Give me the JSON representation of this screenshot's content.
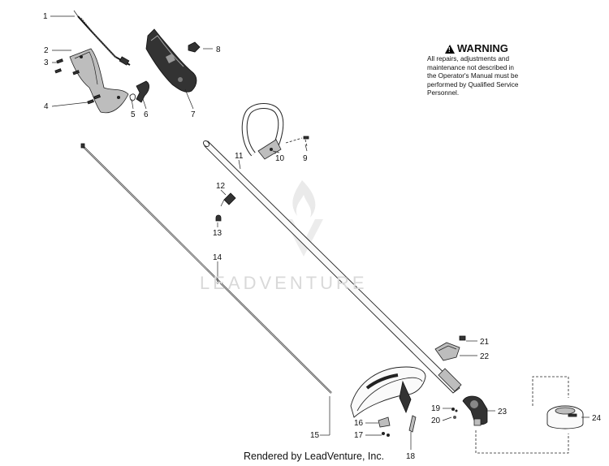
{
  "warning": {
    "title": "WARNING",
    "lines": [
      "All repairs, adjustments and",
      "maintenance not described in",
      "the Operator's Manual must be",
      "performed by Qualified Service",
      "Personnel."
    ]
  },
  "watermark": "LEADVENTURE",
  "footer": "Rendered by LeadVenture, Inc.",
  "callouts": [
    "1",
    "2",
    "3",
    "4",
    "5",
    "6",
    "7",
    "8",
    "9",
    "10",
    "11",
    "12",
    "13",
    "14",
    "15",
    "16",
    "17",
    "18",
    "19",
    "20",
    "21",
    "22",
    "23",
    "24"
  ]
}
